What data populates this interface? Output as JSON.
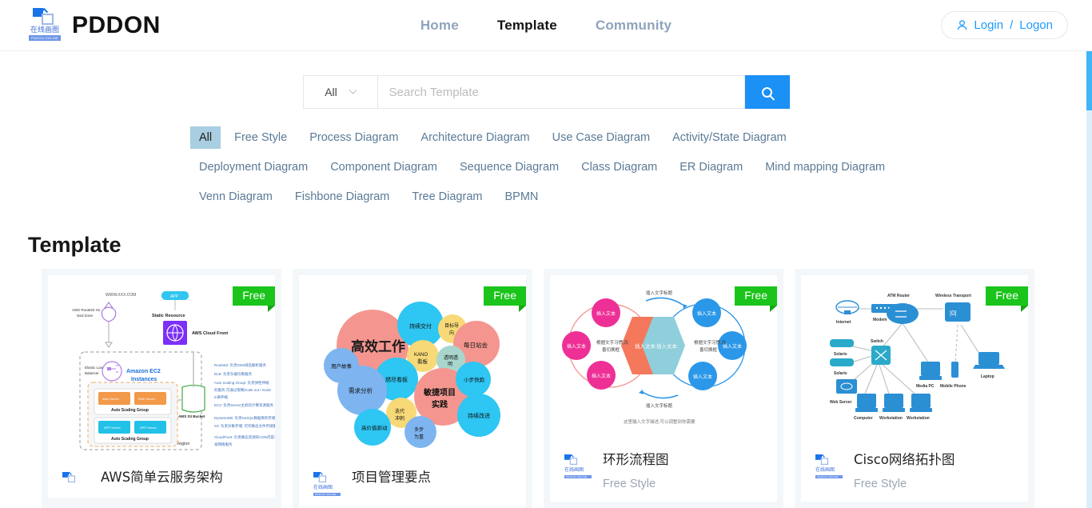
{
  "header": {
    "brand_name": "PDDON",
    "logo_cn": "在线画图",
    "logo_cn_sub": "PDDON ONLINE",
    "nav": [
      {
        "label": "Home",
        "active": false
      },
      {
        "label": "Template",
        "active": true
      },
      {
        "label": "Community",
        "active": false
      }
    ],
    "login": {
      "icon": "user-icon",
      "login_label": "Login",
      "separator": "/",
      "logon_label": "Logon"
    }
  },
  "search": {
    "category_label": "All",
    "dropdown_icon": "chevron-down-icon",
    "placeholder": "Search Template",
    "value": "",
    "button_icon": "search-icon"
  },
  "filters": {
    "tags": [
      "All",
      "Free Style",
      "Process Diagram",
      "Architecture Diagram",
      "Use Case Diagram",
      "Activity/State Diagram",
      "Deployment Diagram",
      "Component Diagram",
      "Sequence Diagram",
      "Class Diagram",
      "ER Diagram",
      "Mind mapping Diagram",
      "Venn Diagram",
      "Fishbone Diagram",
      "Tree Diagram",
      "BPMN"
    ],
    "active_tag": "All"
  },
  "main": {
    "section_title": "Template",
    "cards": [
      {
        "title": "AWS简单云服务架构",
        "subtitle": "",
        "badge": "Free",
        "preview_kind": "aws-architecture"
      },
      {
        "title": "项目管理要点",
        "subtitle": "",
        "badge": "Free",
        "preview_kind": "bubble-mindmap"
      },
      {
        "title": "环形流程图",
        "subtitle": "Free Style",
        "badge": "Free",
        "preview_kind": "circular-process"
      },
      {
        "title": "Cisco网络拓扑图",
        "subtitle": "Free Style",
        "badge": "Free",
        "preview_kind": "cisco-topology"
      }
    ]
  },
  "colors": {
    "accent_blue": "#1b90f5",
    "badge_green": "#1ac41a",
    "active_tag_bg": "#a9cee1",
    "tag_text": "#5b7a96",
    "scrollbar": "#3fb6f7"
  }
}
